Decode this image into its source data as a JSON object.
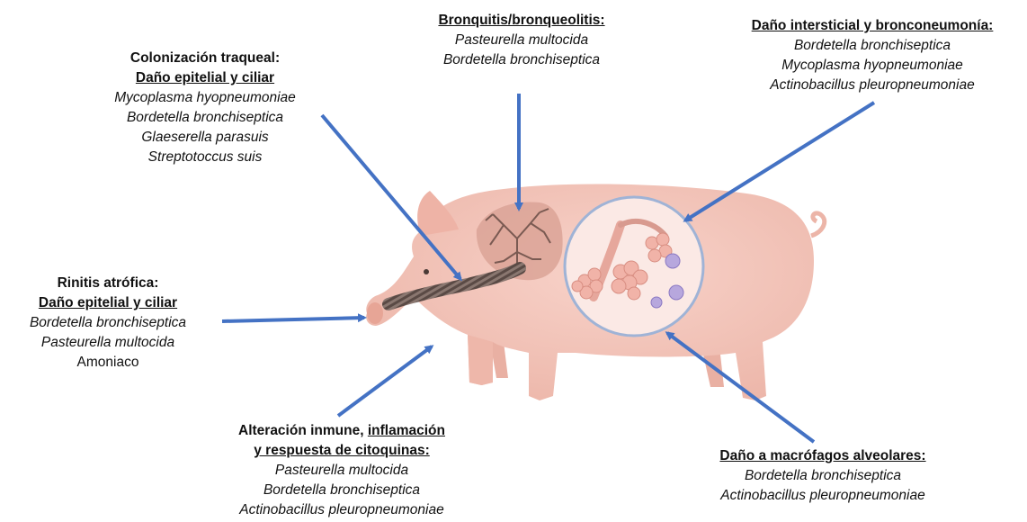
{
  "colors": {
    "arrow": "#4472c4",
    "pig_body": "#f3c7bd",
    "pig_shadow": "#e7aea2",
    "trachea": "#6b5b55",
    "lung": "#e0aaa0",
    "inset_border": "#9fb3d6"
  },
  "labels": {
    "traqueal": {
      "title_line1": "Colonización traqueal:",
      "title_line2": "Daño epitelial y ciliar",
      "agents": [
        "Mycoplasma hyopneumoniae",
        "Bordetella bronchiseptica",
        "Glaeserella parasuis",
        "Streptotoccus suis"
      ]
    },
    "bronquitis": {
      "title": "Bronquitis/bronqueolitis:",
      "agents": [
        "Pasteurella multocida",
        "Bordetella bronchiseptica"
      ]
    },
    "intersticial": {
      "title": "Daño intersticial y bronconeumonía:",
      "agents": [
        "Bordetella bronchiseptica",
        "Mycoplasma hyopneumoniae",
        "Actinobacillus pleuropneumoniae"
      ]
    },
    "rinitis": {
      "title_line1": "Rinitis atrófica:",
      "title_line2": "Daño epitelial y ciliar",
      "agents": [
        "Bordetella bronchiseptica",
        "Pasteurella multocida"
      ],
      "other": "Amoniaco"
    },
    "inmune": {
      "title_part1": "Alteración inmune, ",
      "title_part2": "inflamación",
      "title_line2": "y respuesta de citoquinas:",
      "agents": [
        "Pasteurella multocida",
        "Bordetella bronchiseptica",
        "Actinobacillus pleuropneumoniae"
      ]
    },
    "macrofagos": {
      "title": "Daño a macrófagos alveolares:",
      "agents": [
        "Bordetella bronchiseptica",
        "Actinobacillus pleuropneumoniae"
      ]
    }
  }
}
